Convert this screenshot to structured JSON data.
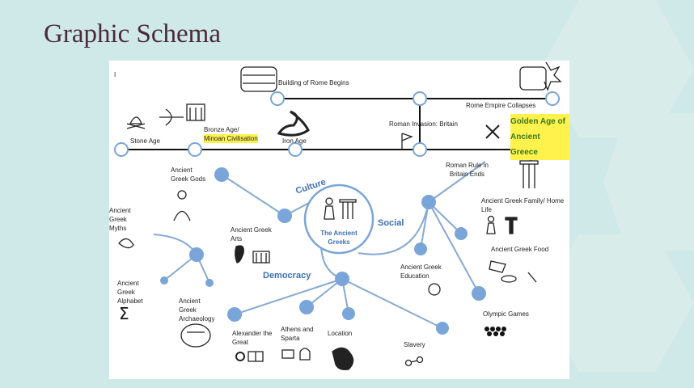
{
  "slide": {
    "title": "Graphic Schema"
  },
  "timeline": {
    "marker": "I",
    "top_row": [
      "Building of Rome Begins",
      "Rome Empire Collapses"
    ],
    "middle": [
      "Stone Age",
      "Bronze Age/",
      "Minoan Civilisation",
      "Iron Age",
      "Roman Invasion: Britain"
    ],
    "bottom": [
      "Roman Rule in",
      "Britain Ends"
    ],
    "highlight": [
      "Golden Age of",
      "Ancient Greece"
    ]
  },
  "center": {
    "line1": "The Ancient",
    "line2": "Greeks"
  },
  "branches": {
    "culture": "Culture",
    "social": "Social",
    "democracy": "Democracy"
  },
  "topics": {
    "gods": [
      "Ancient",
      "Greek Gods"
    ],
    "myths": [
      "Ancient",
      "Greek",
      "Myths"
    ],
    "arts": [
      "Ancient Greek",
      "Arts"
    ],
    "alphabet": [
      "Ancient",
      "Greek",
      "Alphabet"
    ],
    "archaeology": [
      "Ancient",
      "Greek",
      "Archaeology"
    ],
    "family": [
      "Ancient Greek Family/ Home",
      "Life"
    ],
    "food": "Ancient Greek Food",
    "education": [
      "Ancient Greek",
      "Education"
    ],
    "olympic": "Olympic Games",
    "alexander": [
      "Alexander the",
      "Great"
    ],
    "athens": [
      "Athens and",
      "Sparta"
    ],
    "location": "Location",
    "slavery": "Slavery"
  },
  "colors": {
    "node": "#7aa5d8",
    "line": "#111111",
    "branch": "#86a9d4",
    "accent": "#3a70b6"
  }
}
